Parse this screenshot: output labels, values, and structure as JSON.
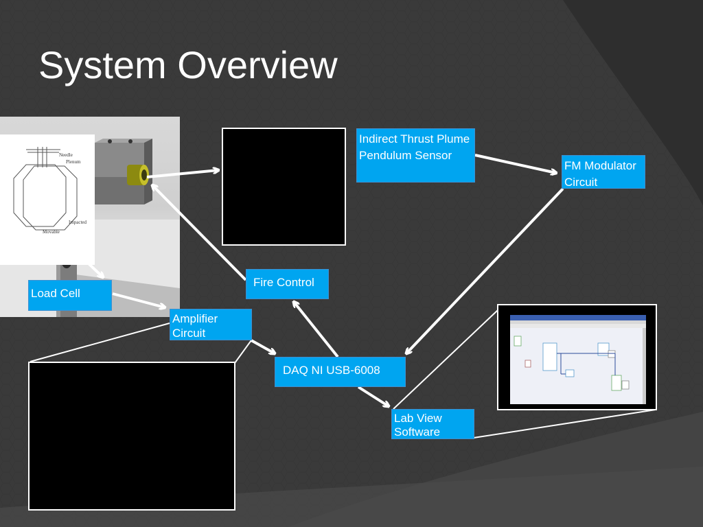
{
  "slide": {
    "title": "System Overview"
  },
  "diagram": {
    "sensor_label": "Indirect Thrust Plume Pendulum Sensor",
    "fm_label": "FM Modulator Circuit",
    "fire_label": "Fire Control",
    "loadcell_label": "Load Cell",
    "amplifier_label": "Amplifier Circuit",
    "daq_label": "DAQ NI USB-6008",
    "labview_label": "Lab View Software",
    "sketch_labels": {
      "needle": "Needle",
      "plenum": "Plenum",
      "impacted": "Impacted",
      "movable": "Movable"
    }
  },
  "colors": {
    "accent": "#00a5f0",
    "background": "#3a3a3a",
    "arrow": "#ffffff"
  }
}
